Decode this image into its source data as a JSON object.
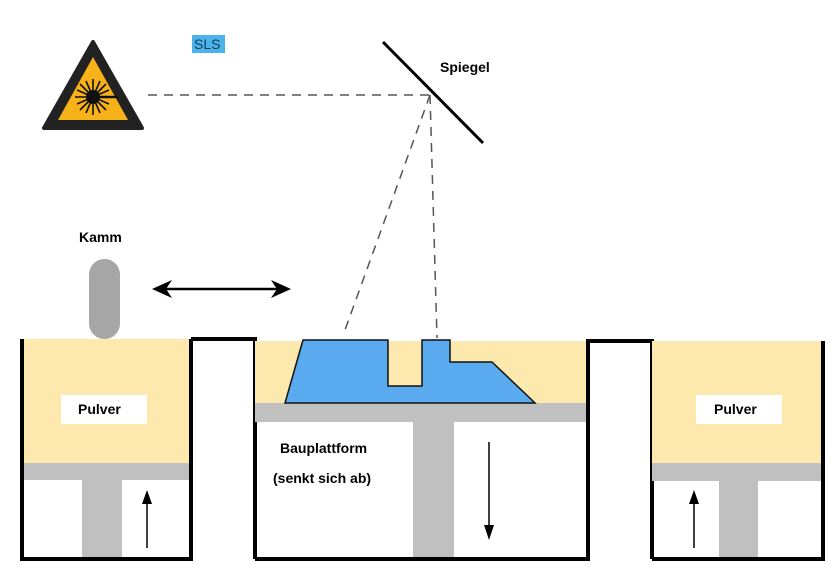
{
  "labels": {
    "sls": "SLS",
    "mirror": "Spiegel",
    "comb": "Kamm",
    "powder_left": "Pulver",
    "powder_right": "Pulver",
    "platform_line1": "Bauplattform",
    "platform_line2": "(senkt sich ab)"
  },
  "colors": {
    "powder": "#fde9ad",
    "part": "#5aaaf0",
    "piston": "#c0c0c0",
    "comb": "#a6a6a6",
    "laser_warning": "#f7b21a",
    "sls_highlight": "#4ab4ea"
  },
  "icons": {
    "laser": "laser-warning-icon",
    "comb": "comb-shape",
    "mirror": "mirror-line"
  }
}
